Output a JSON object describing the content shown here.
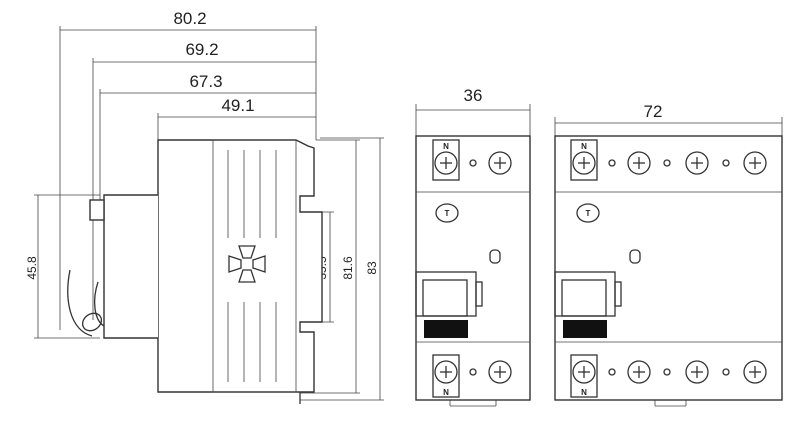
{
  "side_view": {
    "depth_dims": [
      "80.2",
      "69.2",
      "67.3",
      "49.1"
    ],
    "height_dims": [
      "45.8",
      "35.5",
      "81.6",
      "83"
    ]
  },
  "front_2p": {
    "width": "36",
    "terminal_top_label": "N",
    "terminal_bottom_label": "N",
    "test_label": "T"
  },
  "front_4p": {
    "width": "72",
    "terminal_top_label": "N",
    "terminal_bottom_label": "N",
    "test_label": "T"
  }
}
